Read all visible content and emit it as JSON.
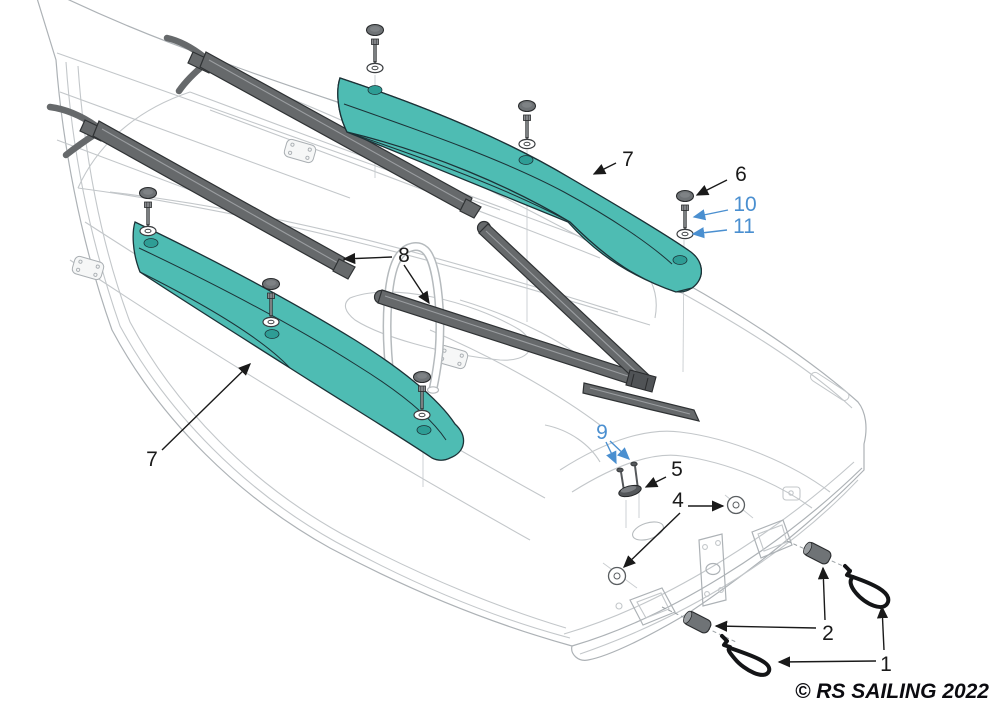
{
  "diagram": {
    "copyright": "© RS SAILING 2022",
    "callouts": {
      "c1": "1",
      "c2": "2",
      "c4": "4",
      "c5": "5",
      "c6": "6",
      "c7a": "7",
      "c7b": "7",
      "c8": "8",
      "c9": "9",
      "c10": "10",
      "c11": "11"
    },
    "colors": {
      "seat_teal": "#4EBCB3",
      "seat_hole_teal": "#2E9D95",
      "callout_blue": "#4A8FD0",
      "callout_black": "#1A1A1A",
      "strap_gray": "#66696B",
      "hull_line_gray": "#C3C7CA",
      "wire_black": "#141517"
    }
  }
}
